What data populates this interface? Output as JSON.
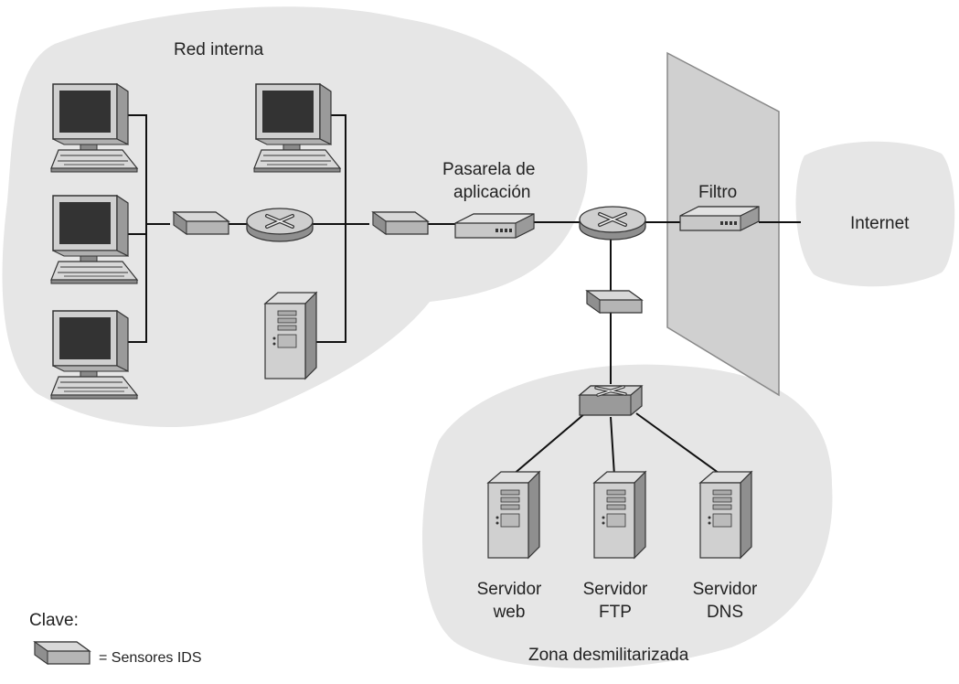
{
  "labels": {
    "internal_network": "Red interna",
    "gateway_line1": "Pasarela de",
    "gateway_line2": "aplicación",
    "filter": "Filtro",
    "internet": "Internet",
    "dmz": "Zona desmilitarizada",
    "web_server_line1": "Servidor",
    "web_server_line2": "web",
    "ftp_server_line1": "Servidor",
    "ftp_server_line2": "FTP",
    "dns_server_line1": "Servidor",
    "dns_server_line2": "DNS",
    "key_title": "Clave:",
    "key_ids": "= Sensores IDS"
  },
  "colors": {
    "cloud": "#e6e6e6",
    "wall": "#d0d0d0",
    "device": "#bdbdbd",
    "line": "#111111"
  }
}
